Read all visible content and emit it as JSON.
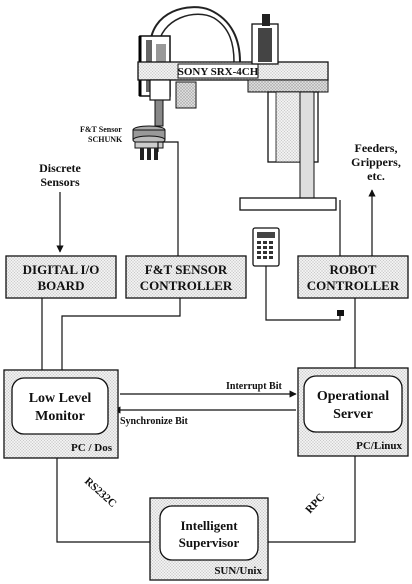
{
  "robot": {
    "model_label": "SONY SRX-4CH",
    "sensor_label_line1": "F&T Sensor",
    "sensor_label_line2": "SCHUNK"
  },
  "external": {
    "discrete_sensors_line1": "Discrete",
    "discrete_sensors_line2": "Sensors",
    "feeders_line1": "Feeders,",
    "feeders_line2": "Grippers,",
    "feeders_line3": "etc."
  },
  "boxes": {
    "digital_io": {
      "line1": "DIGITAL I/O",
      "line2": "BOARD"
    },
    "ft_controller": {
      "line1": "F&T SENSOR",
      "line2": "CONTROLLER"
    },
    "robot_controller": {
      "line1": "ROBOT",
      "line2": "CONTROLLER"
    },
    "low_level_monitor": {
      "line1": "Low Level",
      "line2": "Monitor",
      "platform": "PC / Dos"
    },
    "operational_server": {
      "line1": "Operational",
      "line2": "Server",
      "platform": "PC/Linux"
    },
    "intelligent_supervisor": {
      "line1": "Intelligent",
      "line2": "Supervisor",
      "platform": "SUN/Unix"
    }
  },
  "links": {
    "interrupt": "Interrupt Bit",
    "synchronize": "Synchronize Bit",
    "rs232c": "RS232C",
    "rpc": "RPC"
  }
}
